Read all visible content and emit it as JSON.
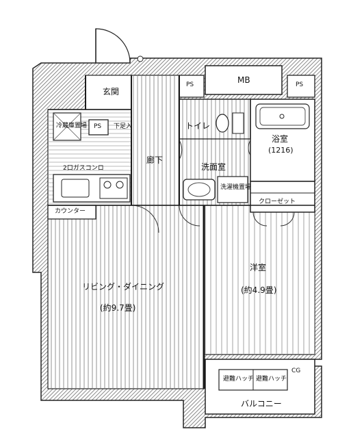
{
  "rooms": {
    "entrance": "玄関",
    "hallway": "廊下",
    "toilet": "トイレ",
    "washroom": "洗面室",
    "bathroom": "浴室",
    "bathroom_size": "(1216)",
    "living_dining": "リビング・ダイニング",
    "living_dining_size": "(約9.7畳)",
    "bedroom": "洋室",
    "bedroom_size": "(約4.9畳)",
    "closet": "クローゼット",
    "balcony": "バルコニー"
  },
  "fixtures": {
    "mb": "MB",
    "ps": "PS",
    "ps_2": "PS",
    "ps_3": "PS",
    "counter": "カウンター",
    "fridge_space": "冷蔵庫置場",
    "washer_space": "洗濯機置場",
    "shoe_box": "下足入",
    "stove": "2口ガスコンロ",
    "cg": "CG",
    "evac_hatch_1": "避難ハッチ",
    "evac_hatch_2": "避難ハッチ"
  },
  "colors": {
    "wall": "#1a1a1a",
    "floor_line": "#555555",
    "wall_fill": "#8a8a8a"
  }
}
